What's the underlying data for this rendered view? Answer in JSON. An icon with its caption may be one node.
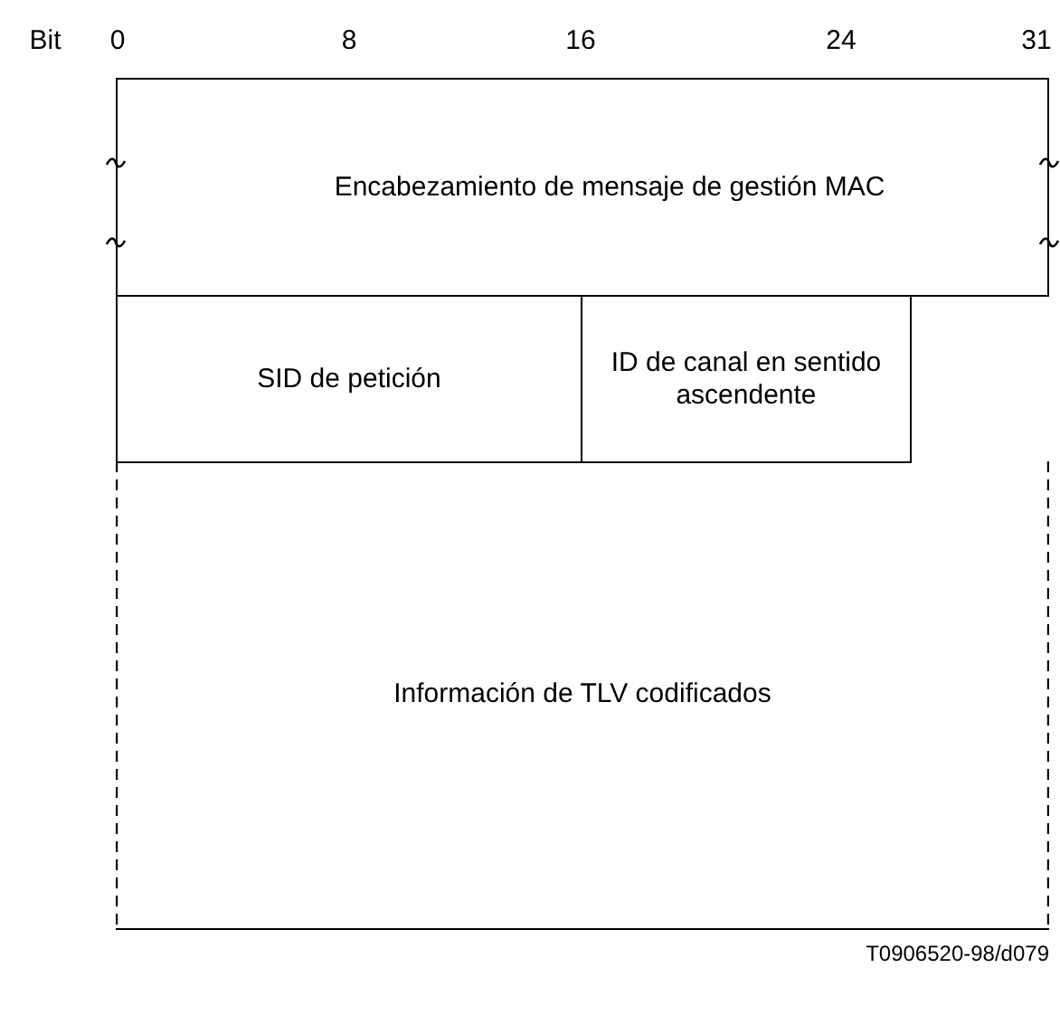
{
  "diagram": {
    "nodes": [
      {
        "text": [
          "Encabezamiento de mensaje de gestión MAC"
        ]
      },
      {
        "text": [
          "SID de petición"
        ]
      },
      {
        "text": [
          "ID de canal en sentido ascendente"
        ]
      },
      {
        "text": [
          "Información de TLV codificados"
        ]
      }
    ],
    "edges": [],
    "labels": [
      "Bit",
      "0",
      "8",
      "16",
      "24",
      "31",
      "T0906520-98/d079"
    ]
  }
}
